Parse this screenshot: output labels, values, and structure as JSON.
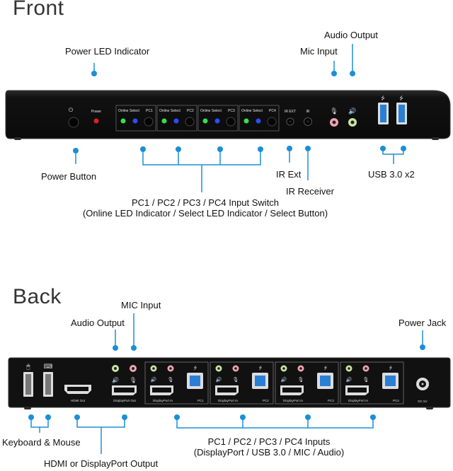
{
  "front": {
    "heading": "Front",
    "labels": {
      "power_led": "Power LED Indicator",
      "audio_output": "Audio Output",
      "mic_input": "Mic Input",
      "power_button": "Power Button",
      "ir_ext": "IR Ext",
      "ir_receiver": "IR Receiver",
      "usb": "USB 3.0 x2",
      "pc_switch_line1": "PC1 / PC2 / PC3 / PC4 Input Switch",
      "pc_switch_line2": "(Online LED Indicator / Select LED Indicator / Select Button)"
    },
    "panel": {
      "power_text": "Power",
      "online_text": "Online",
      "select_text": "Select",
      "pc_labels": [
        "PC1",
        "PC2",
        "PC3",
        "PC4"
      ],
      "ir_ext_text": "IR EXT",
      "ir_text": "IR"
    }
  },
  "back": {
    "heading": "Back",
    "labels": {
      "mic_input": "MIC Input",
      "audio_output": "Audio Output",
      "power_jack": "Power Jack",
      "keyboard_mouse": "Keyboard & Mouse",
      "hdmi_dp_output": "HDMI or DisplayPort Output",
      "pc_inputs_line1": "PC1 / PC2 / PC3 / PC4 Inputs",
      "pc_inputs_line2": "(DisplayPort / USB 3.0 / MIC / Audio)"
    },
    "panel": {
      "hdmi_out_text": "HDMI Out",
      "dp_out_text": "DisplayPort Out",
      "dp_in_text": "DisplayPort In",
      "pc_labels": [
        "PC1",
        "PC2",
        "PC3",
        "PC4"
      ],
      "dc_text": "DC 5V"
    }
  },
  "colors": {
    "callout": "#1a8fd8",
    "chassis": "#141414",
    "led_green": "#35e04a",
    "led_blue": "#2a4dff",
    "led_red": "#e02020",
    "usb_blue": "#2a7fd4",
    "mic_pink": "#f2a3b3",
    "audio_green": "#c8e6a0"
  }
}
